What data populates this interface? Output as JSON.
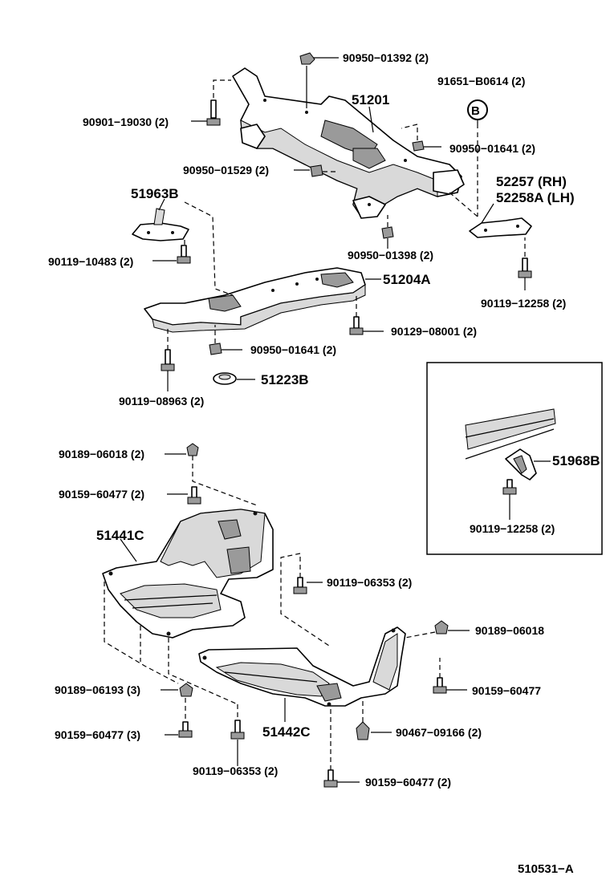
{
  "labels": {
    "p51201": "51201",
    "p51204A": "51204A",
    "p51963B": "51963B",
    "p52257": "52257 (RH)",
    "p52258A": "52258A (LH)",
    "p51223B": "51223B",
    "p51441C": "51441C",
    "p51442C": "51442C",
    "p51968B": "51968B",
    "n90950_01392": "90950−01392 (2)",
    "n91651_B0614": "91651−B0614 (2)",
    "n90901_19030": "90901−19030 (2)",
    "n90950_01641_top": "90950−01641 (2)",
    "n90950_01529": "90950−01529 (2)",
    "n90119_10483": "90119−10483 (2)",
    "n90950_01398": "90950−01398 (2)",
    "n90119_12258_a": "90119−12258 (2)",
    "n90129_08001": "90129−08001 (2)",
    "n90950_01641_mid": "90950−01641 (2)",
    "n90119_08963": "90119−08963 (2)",
    "n90189_06018_2": "90189−06018 (2)",
    "n90159_60477_2": "90159−60477 (2)",
    "n90119_06353_r": "90119−06353 (2)",
    "n90189_06018": "90189−06018",
    "n90159_60477": "90159−60477",
    "n90189_06193": "90189−06193 (3)",
    "n90159_60477_3": "90159−60477 (3)",
    "n90467_09166": "90467−09166 (2)",
    "n90119_06353_b": "90119−06353 (2)",
    "n90159_60477_b": "90159−60477 (2)",
    "n90119_12258_inset": "90119−12258 (2)",
    "callout_b": "B",
    "diagram_id": "510531−A"
  }
}
